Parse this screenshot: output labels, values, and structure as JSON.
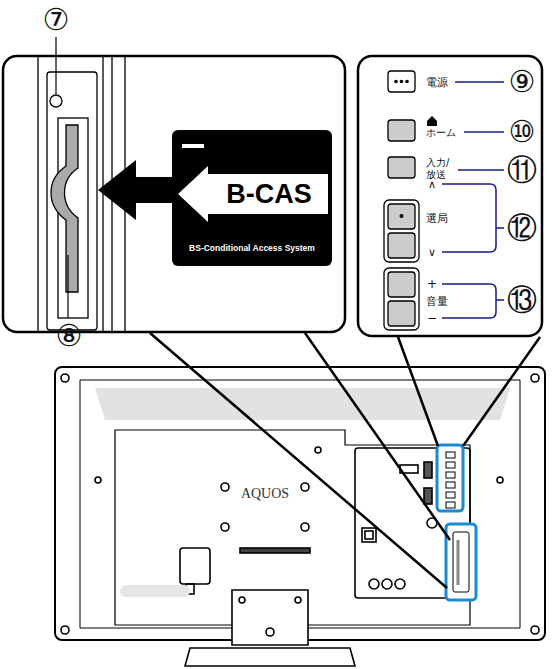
{
  "diagram": {
    "nodes": [
      {
        "text": [
          "B-CAS",
          "BS-Conditional Access System"
        ]
      }
    ],
    "labels": [
      "⑦",
      "⑧",
      "⑨",
      "⑩",
      "⑪",
      "⑫",
      "⑬",
      "電源",
      "ホーム",
      "入力/ 放送",
      "∧",
      "選局",
      "∨",
      "+",
      "音量",
      "−",
      "AQUOS"
    ]
  }
}
